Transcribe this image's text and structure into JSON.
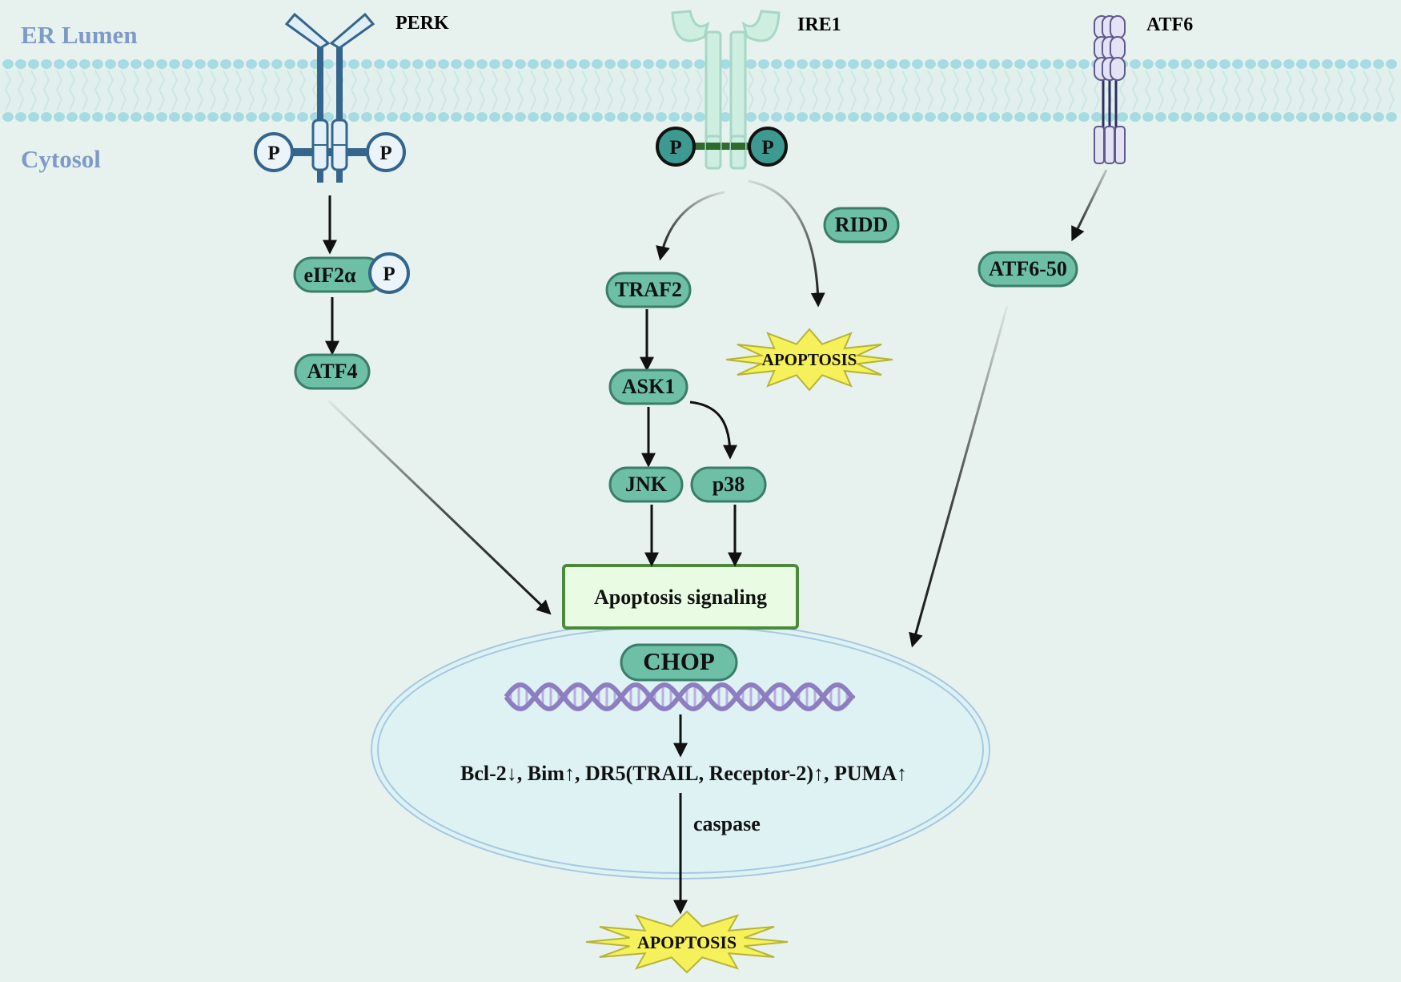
{
  "regions": {
    "lumen": "ER Lumen",
    "cytosol": "Cytosol"
  },
  "receptors": {
    "perk": "PERK",
    "ire1": "IRE1",
    "atf6": "ATF6"
  },
  "phospho_label": "P",
  "nodes": {
    "eif2a": "eIF2α",
    "atf4": "ATF4",
    "traf2": "TRAF2",
    "ask1": "ASK1",
    "jnk": "JNK",
    "p38": "p38",
    "ridd": "RIDD",
    "atf6_50": "ATF6-50",
    "chop": "CHOP"
  },
  "apoptosis_signaling": "Apoptosis signaling",
  "apoptosis_burst": "APOPTOSIS",
  "targets_line": "Bcl-2↓, Bim↑, DR5(TRAIL, Receptor-2)↑, PUMA↑",
  "caspase": "caspase",
  "colors": {
    "background": "#e7f2ee",
    "membrane_bead": "#a6dce1",
    "node_fill": "#6dbfa6",
    "node_stroke": "#3b7d68",
    "perk_receptor": "#33658d",
    "ire1_receptor": "#cdeee1",
    "ire1_phospho": "#3d9a90",
    "atf6_receptor": "#e3e3f4",
    "signaling_box_fill": "#eafbe4",
    "signaling_box_stroke": "#4a8a3a",
    "nucleus_fill": "#def2f3",
    "nucleus_stroke": "#a6c8e1",
    "dna_strand": "#8d7ec2",
    "apoptosis_burst_fill": "#f6f05a",
    "apoptosis_burst_stroke": "#b6b436",
    "region_text": "#7e9bc8"
  }
}
